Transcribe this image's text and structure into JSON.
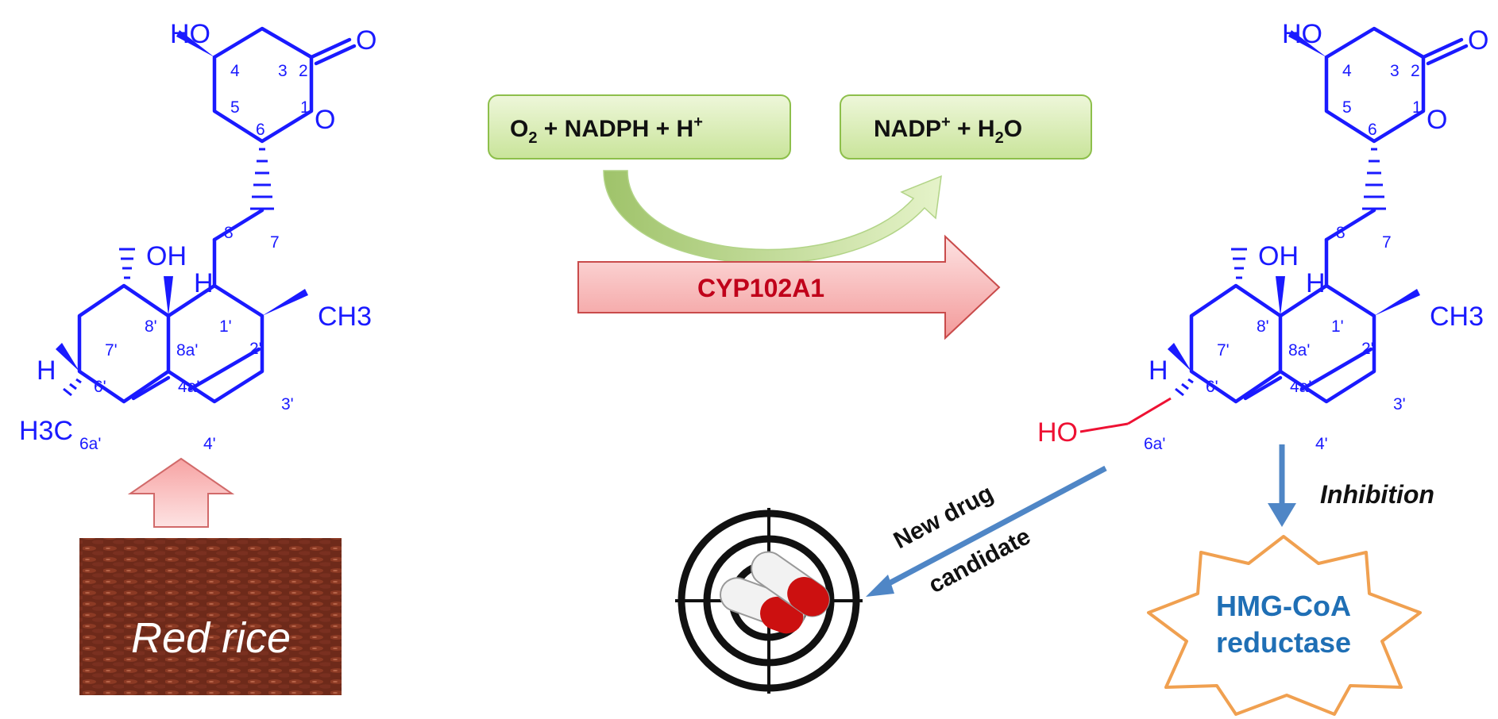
{
  "left_molecule": {
    "atoms": {
      "ho_top": "HO",
      "o_carbonyl": "O",
      "o_ring": "O",
      "oh": "OH",
      "h_junction": "H",
      "ch3": "CH3",
      "h6": "H",
      "h3c": "H3C"
    },
    "numbers": [
      "3",
      "2",
      "4",
      "5",
      "6",
      "1",
      "8",
      "7",
      "8'",
      "1'",
      "8a'",
      "2'",
      "7'",
      "6'",
      "4a'",
      "3'",
      "6a'",
      "4'"
    ]
  },
  "right_molecule": {
    "atoms": {
      "ho_top": "HO",
      "o_carbonyl": "O",
      "o_ring": "O",
      "oh": "OH",
      "h_junction": "H",
      "ch3": "CH3",
      "h6": "H",
      "ho_new": "HO"
    },
    "numbers": [
      "3",
      "2",
      "4",
      "5",
      "6",
      "1",
      "8",
      "7",
      "8'",
      "1'",
      "8a'",
      "2'",
      "7'",
      "6'",
      "4a'",
      "3'",
      "6a'",
      "4'"
    ]
  },
  "cofactor_in": {
    "o": "O",
    "o_sub": "2",
    "rest": " + NADPH + H",
    "h_sup": "+"
  },
  "cofactor_out": {
    "nadp": "NADP",
    "nadp_sup": "+",
    "mid": " + H",
    "h_sub": "2",
    "o": "O"
  },
  "enzyme_label": "CYP102A1",
  "source_label": "Red rice",
  "drug_label_line1": "New drug",
  "drug_label_line2": "candidate",
  "inhibition_label": "Inhibition",
  "target_line1": "HMG-CoA",
  "target_line2": "reductase",
  "colors": {
    "molecule": "#1a1aff",
    "new_hydroxyl": "#ee1133",
    "box_fill": "#d7ecaf",
    "box_stroke": "#8dbf4b",
    "enzyme_arrow_fill": "#f7b8b8",
    "enzyme_text": "#c0001a",
    "target_text": "#1f6fb5",
    "star_stroke": "#f0a050",
    "action_arrow": "#4f86c6"
  }
}
